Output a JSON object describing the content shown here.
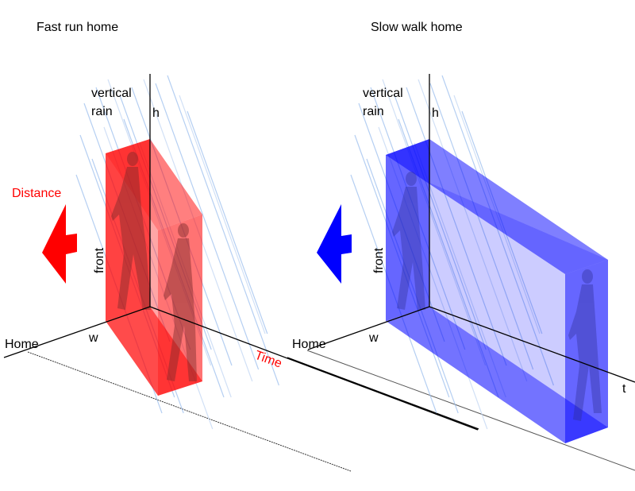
{
  "panels": [
    {
      "title": "Fast run home",
      "rain_label_1": "vertical",
      "rain_label_2": "rain",
      "h_label": "h",
      "front_label": "front",
      "w_label": "w",
      "home_label": "Home",
      "distance_label": "Distance",
      "time_label": "Time",
      "color": "#ff0000"
    },
    {
      "title": "Slow walk home",
      "rain_label_1": "vertical",
      "rain_label_2": "rain",
      "h_label": "h",
      "front_label": "front",
      "w_label": "w",
      "home_label": "Home",
      "t_label": "t",
      "color": "#0000ff"
    }
  ]
}
